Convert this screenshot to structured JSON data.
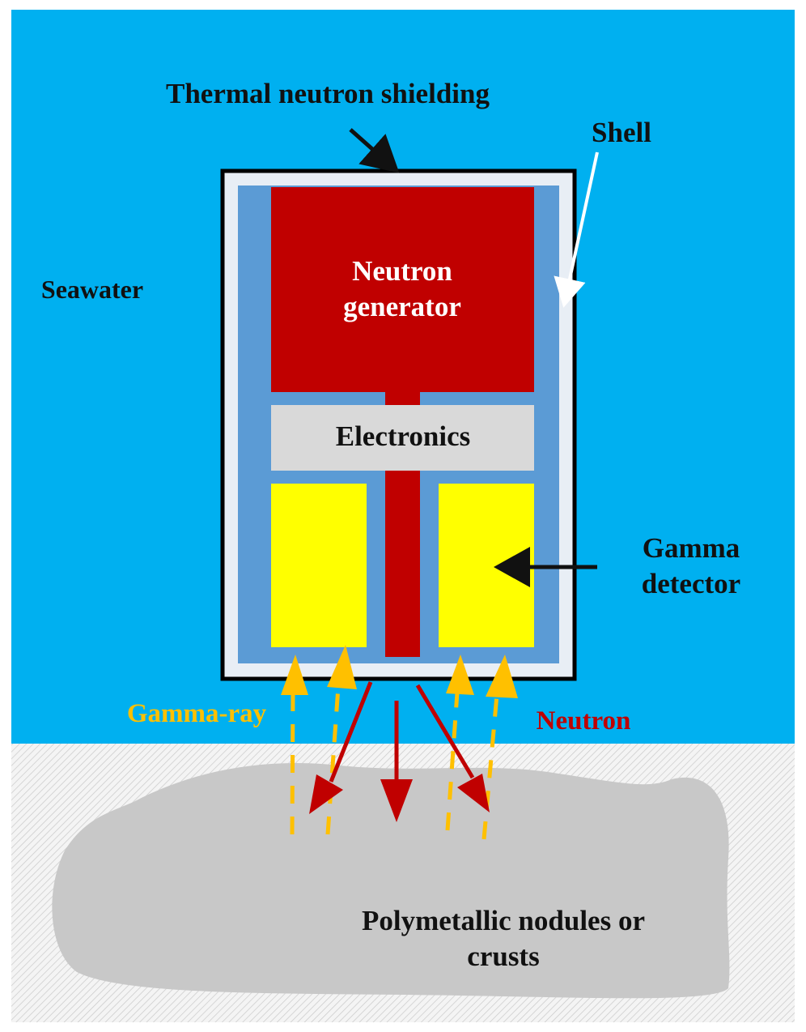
{
  "labels": {
    "shielding": "Thermal neutron shielding",
    "shell": "Shell",
    "seawater": "Seawater",
    "neutron_generator_line1": "Neutron",
    "neutron_generator_line2": "generator",
    "electronics": "Electronics",
    "gamma_detector_line1": "Gamma",
    "gamma_detector_line2": "detector",
    "gamma_ray": "Gamma-ray",
    "neutron": "Neutron",
    "nodules_line1": "Polymetallic nodules or",
    "nodules_line2": "crusts"
  },
  "colors": {
    "seawater": "#00b0f0",
    "shell_fill": "#e8eef5",
    "shielding": "#5b9bd5",
    "generator": "#c00000",
    "electronics": "#d9d9d9",
    "detector": "#ffff00",
    "gamma_ray": "#ffc000",
    "neutron": "#c00000",
    "seafloor": "#c8c8c8",
    "text_dark": "#111111",
    "text_white": "#ffffff"
  }
}
